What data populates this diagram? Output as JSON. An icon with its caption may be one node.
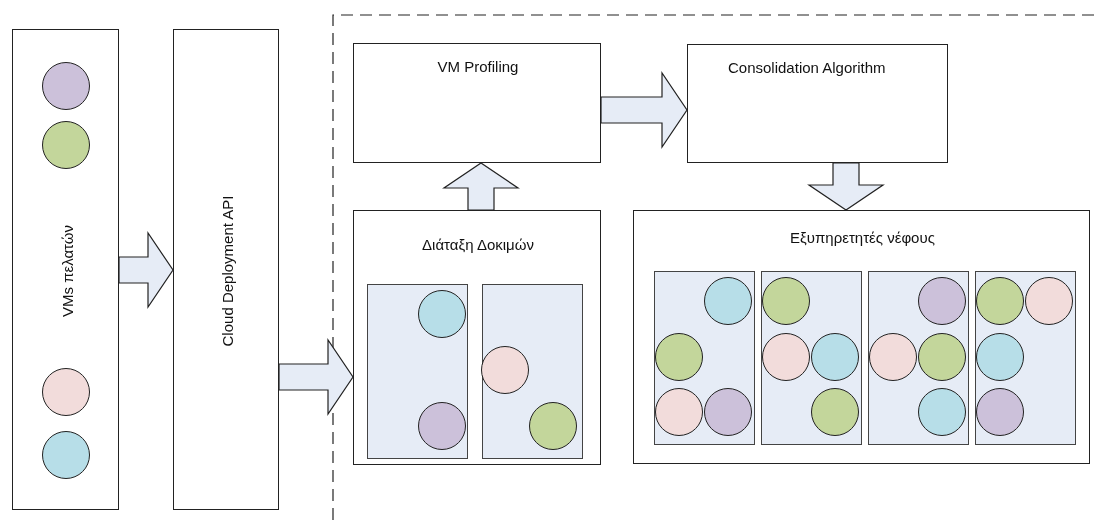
{
  "diagram": {
    "nodes": [
      {
        "text": [
          "VMs πελατών"
        ]
      },
      {
        "text": [
          "Cloud Deployment API"
        ]
      },
      {
        "text": [
          "VM Profiling"
        ]
      },
      {
        "text": [
          "Consolidation Algorithm"
        ]
      },
      {
        "text": [
          "Διάταξη Δοκιμών"
        ]
      },
      {
        "text": [],
        "shape": "box",
        "in": 4
      },
      {
        "text": [],
        "shape": "box",
        "in": 4
      },
      {
        "text": [
          "Εξυπηρετητές νέφους"
        ]
      },
      {
        "text": [],
        "shape": "box",
        "in": 7
      },
      {
        "text": [],
        "shape": "box",
        "in": 7
      },
      {
        "text": [],
        "shape": "box",
        "in": 7
      },
      {
        "text": [],
        "shape": "box",
        "in": 7
      }
    ],
    "edges": [
      {
        "from": 0,
        "to": 1,
        "arrow": "to"
      },
      {
        "from": 1,
        "to": 4,
        "arrow": "to"
      },
      {
        "from": 4,
        "to": 2,
        "arrow": "to"
      },
      {
        "from": 2,
        "to": 3,
        "arrow": "to"
      },
      {
        "from": 3,
        "to": 7,
        "arrow": "to"
      }
    ]
  }
}
